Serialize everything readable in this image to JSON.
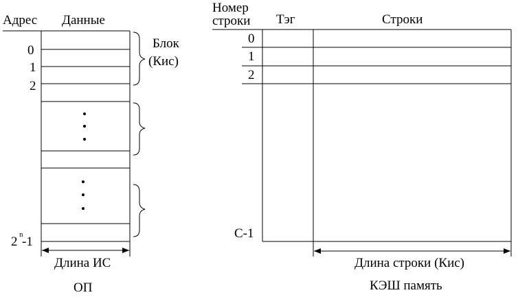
{
  "left": {
    "address_header": "Адрес",
    "data_header": "Данные",
    "addresses": [
      "0",
      "1",
      "2"
    ],
    "last_address_base": "2",
    "last_address_exp": "n",
    "last_address_suffix": "-1",
    "block_label_line1": "Блок",
    "block_label_line2": "(Кис)",
    "width_label": "Длина ИС",
    "caption": "ОП"
  },
  "right": {
    "row_number_header_line1": "Номер",
    "row_number_header_line2": "строки",
    "tag_header": "Тэг",
    "rows_header": "Строки",
    "row_indices": [
      "0",
      "1",
      "2"
    ],
    "last_row_index": "C-1",
    "width_label": "Длина строки (Кис)",
    "caption": "КЭШ память"
  }
}
